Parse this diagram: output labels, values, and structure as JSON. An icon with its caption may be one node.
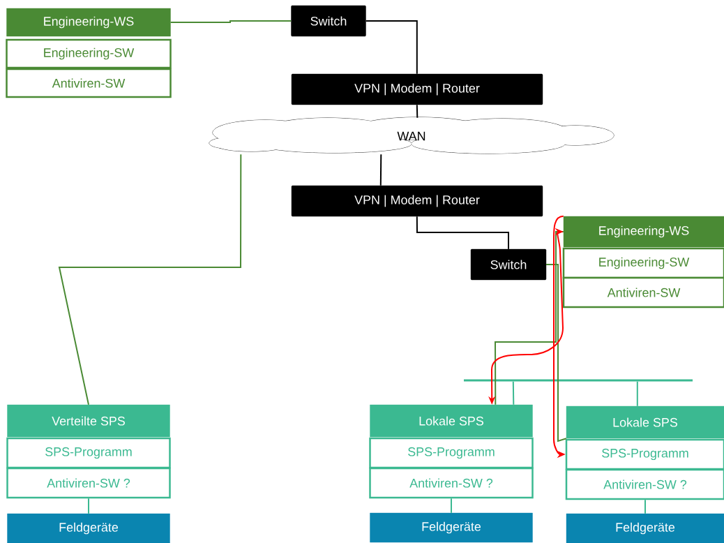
{
  "diagram": {
    "nodes": [
      {
        "text": [
          "Engineering-WS"
        ]
      },
      {
        "text": [
          "Engineering-SW"
        ]
      },
      {
        "text": [
          "Antiviren-SW"
        ]
      },
      {
        "text": [
          "Switch"
        ]
      },
      {
        "text": [
          "VPN | Modem | Router"
        ]
      },
      {
        "text": [
          "WAN"
        ]
      },
      {
        "text": [
          "VPN | Modem | Router"
        ]
      },
      {
        "text": [
          "Switch"
        ]
      },
      {
        "text": [
          "Engineering-WS"
        ]
      },
      {
        "text": [
          "Engineering-SW"
        ]
      },
      {
        "text": [
          "Antiviren-SW"
        ]
      },
      {
        "text": [
          "Verteilte SPS"
        ]
      },
      {
        "text": [
          "SPS-Programm"
        ]
      },
      {
        "text": [
          "Antiviren-SW ?"
        ]
      },
      {
        "text": [
          "Feldgeräte"
        ]
      },
      {
        "text": [
          "Lokale SPS"
        ]
      },
      {
        "text": [
          "SPS-Programm"
        ]
      },
      {
        "text": [
          "Antiviren-SW ?"
        ]
      },
      {
        "text": [
          "Feldgeräte"
        ]
      },
      {
        "text": [
          "Lokale SPS"
        ]
      },
      {
        "text": [
          "SPS-Programm"
        ]
      },
      {
        "text": [
          "Antiviren-SW ?"
        ]
      },
      {
        "text": [
          "Feldgeräte"
        ]
      },
      {
        "text": [],
        "shape": "bar"
      }
    ],
    "edges": [
      {
        "from": 0,
        "to": 3,
        "arrow": "none",
        "color": "#4a8a34"
      },
      {
        "from": 3,
        "to": 4,
        "arrow": "none",
        "color": "#000000"
      },
      {
        "from": 4,
        "to": 5,
        "arrow": "none",
        "color": "#000000"
      },
      {
        "from": 5,
        "to": 6,
        "arrow": "none",
        "color": "#000000"
      },
      {
        "from": 6,
        "to": 7,
        "arrow": "none",
        "color": "#000000"
      },
      {
        "from": 5,
        "to": 11,
        "arrow": "none",
        "color": "#4a8a34"
      },
      {
        "from": 7,
        "to": 8,
        "arrow": "none",
        "color": "#4a8a34"
      },
      {
        "from": 7,
        "to": 15,
        "arrow": "none",
        "color": "#4a8a34"
      },
      {
        "from": 7,
        "to": 19,
        "arrow": "none",
        "color": "#4a8a34"
      },
      {
        "from": 23,
        "to": 15,
        "arrow": "none",
        "color": "#3bb991"
      },
      {
        "from": 23,
        "to": 19,
        "arrow": "none",
        "color": "#3bb991"
      },
      {
        "from": 13,
        "to": 14,
        "arrow": "none",
        "color": "#3bb991"
      },
      {
        "from": 17,
        "to": 18,
        "arrow": "none",
        "color": "#3bb991"
      },
      {
        "from": 21,
        "to": 22,
        "arrow": "none",
        "color": "#3bb991"
      },
      {
        "from": 8,
        "to": 15,
        "arrow": "both",
        "color": "#ff0000"
      },
      {
        "from": 8,
        "to": 20,
        "arrow": "to",
        "color": "#ff0000"
      }
    ]
  }
}
